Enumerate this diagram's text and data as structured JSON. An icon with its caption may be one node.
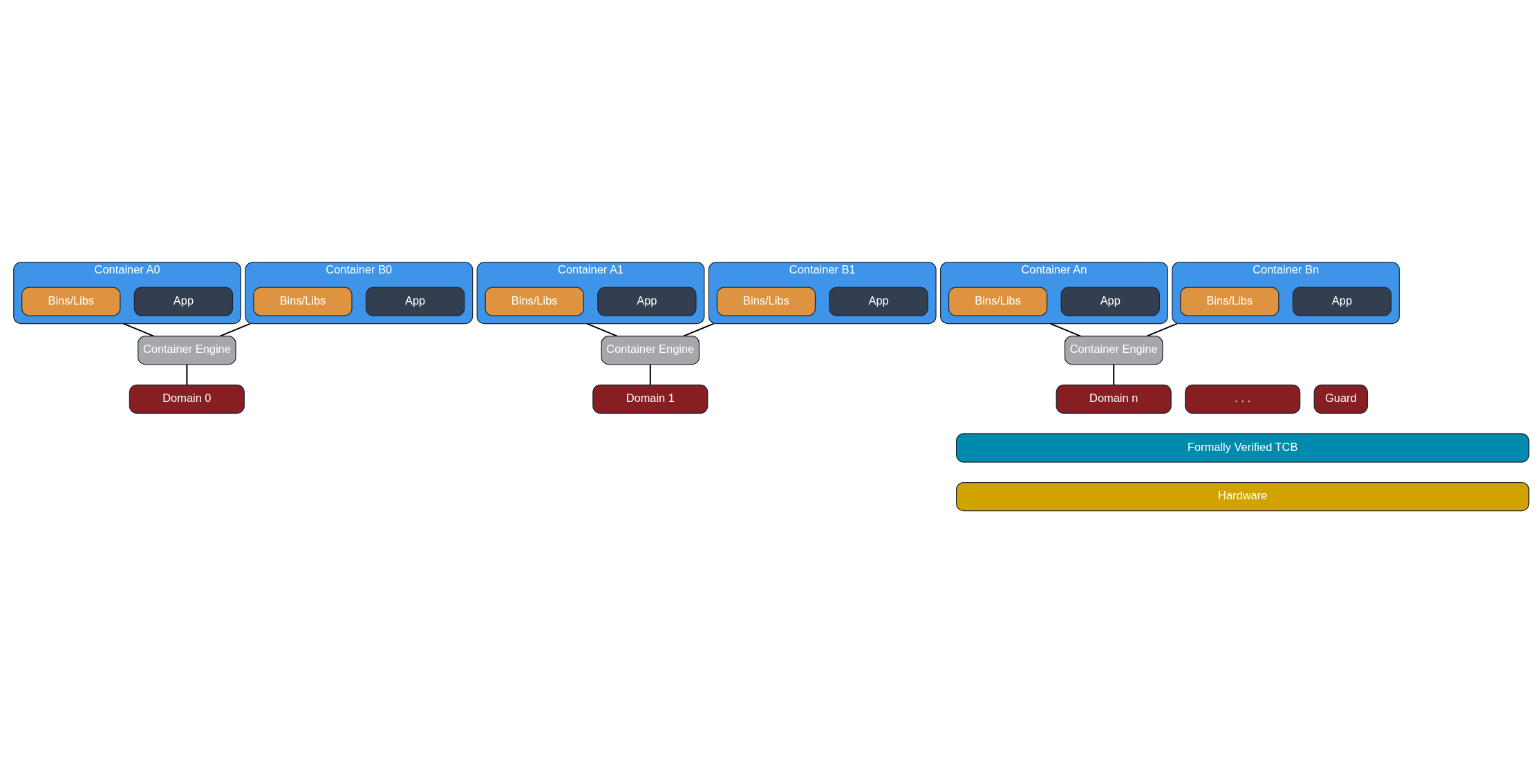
{
  "diagram": {
    "nodes": [
      {
        "text": [
          "Container A0"
        ]
      },
      {
        "text": [
          "App"
        ],
        "in": 0
      },
      {
        "text": [
          "Bins/Libs"
        ],
        "in": 0
      },
      {
        "text": [
          "Container B0"
        ]
      },
      {
        "text": [
          "App"
        ],
        "in": 3
      },
      {
        "text": [
          "Bins/Libs"
        ],
        "in": 3
      },
      {
        "text": [
          "Container A1"
        ]
      },
      {
        "text": [
          "App"
        ],
        "in": 6
      },
      {
        "text": [
          "Bins/Libs"
        ],
        "in": 6
      },
      {
        "text": [
          "Container B1"
        ]
      },
      {
        "text": [
          "App"
        ],
        "in": 9
      },
      {
        "text": [
          "Bins/Libs"
        ],
        "in": 9
      },
      {
        "text": [
          "Container An"
        ]
      },
      {
        "text": [
          "App"
        ],
        "in": 12
      },
      {
        "text": [
          "Bins/Libs"
        ],
        "in": 12
      },
      {
        "text": [
          "Container Bn"
        ]
      },
      {
        "text": [
          "App"
        ],
        "in": 15
      },
      {
        "text": [
          "Bins/Libs"
        ],
        "in": 15
      },
      {
        "text": [
          "Container Engine"
        ]
      },
      {
        "text": [
          "Container Engine"
        ]
      },
      {
        "text": [
          "Container Engine"
        ]
      },
      {
        "text": [
          "Domain 0"
        ]
      },
      {
        "text": [
          "Domain 1"
        ]
      },
      {
        "text": [
          ". . ."
        ]
      },
      {
        "text": [
          "Domain n"
        ]
      },
      {
        "text": [
          "Guard"
        ]
      },
      {
        "text": [
          "Formally Verified TCB"
        ]
      },
      {
        "text": [
          "Hardware"
        ]
      }
    ],
    "edges": [
      {
        "from": 0,
        "to": 18,
        "arrow": "none"
      },
      {
        "from": 3,
        "to": 18,
        "arrow": "none"
      },
      {
        "from": 6,
        "to": 19,
        "arrow": "none"
      },
      {
        "from": 9,
        "to": 19,
        "arrow": "none"
      },
      {
        "from": 12,
        "to": 20,
        "arrow": "none"
      },
      {
        "from": 15,
        "to": 20,
        "arrow": "none"
      },
      {
        "from": 18,
        "to": 21,
        "arrow": "none"
      },
      {
        "from": 19,
        "to": 22,
        "arrow": "none"
      },
      {
        "from": 20,
        "to": 24,
        "arrow": "none"
      }
    ]
  }
}
